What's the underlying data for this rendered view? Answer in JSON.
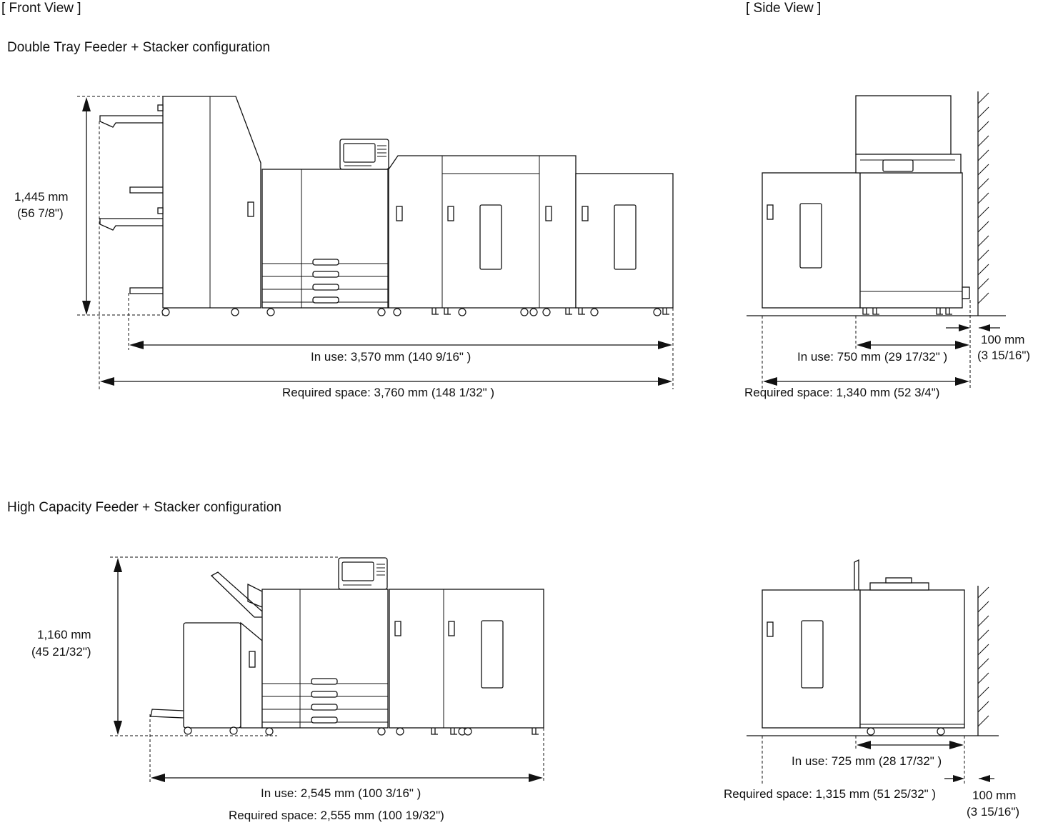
{
  "headers": {
    "front_view": "[ Front View ]",
    "side_view": "[ Side View ]"
  },
  "config1": {
    "title": "Double Tray Feeder + Stacker configuration",
    "height_mm": "1,445 mm",
    "height_in": "(56 7/8\")",
    "front_in_use": "In use: 3,570 mm (140 9/16\" )",
    "front_required": "Required space: 3,760 mm (148 1/32\" )",
    "side_in_use": "In use: 750 mm (29 17/32\" )",
    "side_required": "Required space: 1,340 mm (52 3/4\")",
    "wall_gap_mm": "100 mm",
    "wall_gap_in": "(3 15/16\")"
  },
  "config2": {
    "title": "High Capacity Feeder + Stacker configuration",
    "height_mm": "1,160 mm",
    "height_in": "(45 21/32\")",
    "front_in_use": "In use: 2,545 mm (100 3/16\" )",
    "front_required": "Required space: 2,555 mm (100 19/32\")",
    "side_in_use": "In use: 725 mm (28 17/32\" )",
    "side_required": "Required space: 1,315 mm (51 25/32\" )",
    "wall_gap_mm": "100 mm",
    "wall_gap_in": "(3 15/16\")"
  }
}
